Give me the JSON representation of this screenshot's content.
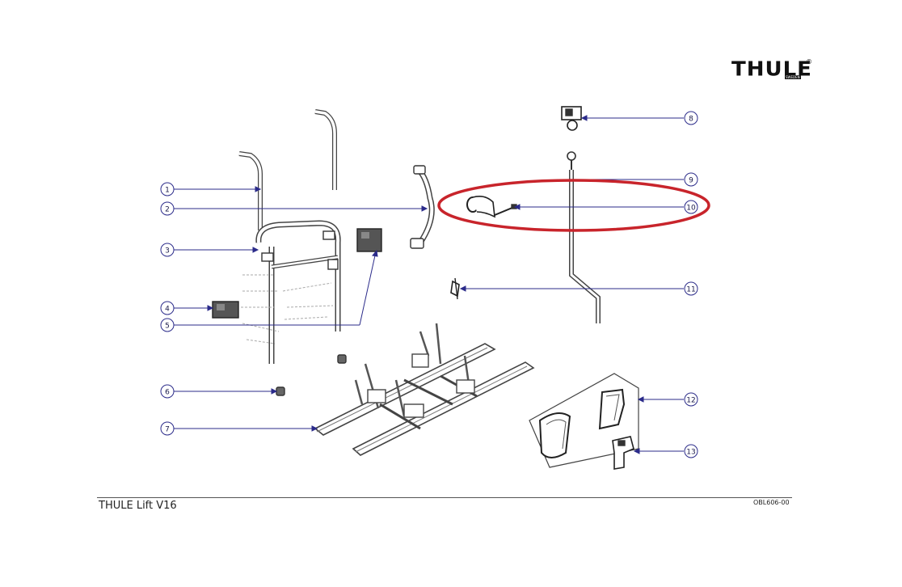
{
  "logo": {
    "text": "THULE",
    "sub": "SWEDEN",
    "reg": "®"
  },
  "document": {
    "title": "THULE Lift V16",
    "code": "OBL606-00"
  },
  "callouts": [
    "1",
    "2",
    "3",
    "4",
    "5",
    "6",
    "7",
    "8",
    "9",
    "10",
    "11",
    "12",
    "13"
  ],
  "colors": {
    "callout_line": "#2b2b8a",
    "highlight": "#c8242b",
    "part_line": "#333333"
  }
}
